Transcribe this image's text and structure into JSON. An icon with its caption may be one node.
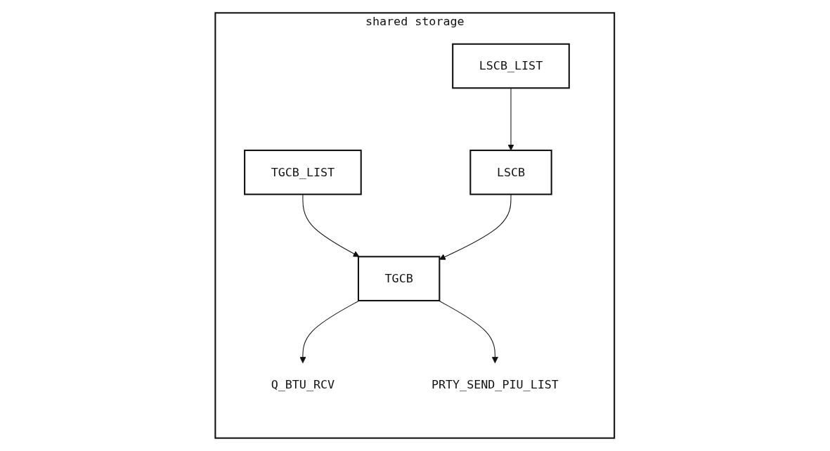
{
  "diagram": {
    "nodes": [
      {
        "text": [
          "shared storage"
        ]
      },
      {
        "text": [
          "TGCB_LIST"
        ],
        "in": 0
      },
      {
        "text": [
          "LSCB_LIST"
        ],
        "in": 0
      },
      {
        "text": [
          "TGCB"
        ],
        "in": 0
      },
      {
        "text": [
          "LSCB"
        ],
        "in": 0
      },
      {
        "text": [
          "Q_BTU_RCV"
        ],
        "in": 0
      },
      {
        "text": [
          "PRTY_SEND_PIU_LIST"
        ],
        "in": 0
      }
    ],
    "edges": [
      {
        "from": 1,
        "to": 3,
        "arrow": "to"
      },
      {
        "from": 2,
        "to": 4,
        "arrow": "to"
      },
      {
        "from": 4,
        "to": 3,
        "arrow": "to"
      },
      {
        "from": 3,
        "to": 5,
        "arrow": "to"
      },
      {
        "from": 3,
        "to": 6,
        "arrow": "to"
      }
    ]
  }
}
